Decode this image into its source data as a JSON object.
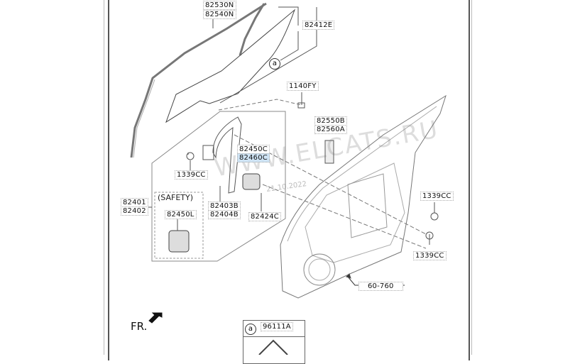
{
  "watermark": "WWW.ELCATS.RU",
  "date": "21.10.2022",
  "front_indicator": "FR.",
  "safety_label": "(SAFETY)",
  "ref_marker": "a",
  "parts": {
    "p82530n": "82530N",
    "p82540n": "82540N",
    "p82412e": "82412E",
    "p1140fy": "1140FY",
    "p82550b": "82550B",
    "p82560a": "82560A",
    "p82450c": "82450C",
    "p82460c": "82460C",
    "p1339cc_left": "1339CC",
    "p82401": "82401",
    "p82402": "82402",
    "p82450l": "82450L",
    "p82403b": "82403B",
    "p82404b": "82404B",
    "p82424c": "82424C",
    "p1339cc_right_top": "1339CC",
    "p1339cc_right_bottom": "1339CC",
    "p60760": "60-760",
    "p96111a": "96111A"
  }
}
